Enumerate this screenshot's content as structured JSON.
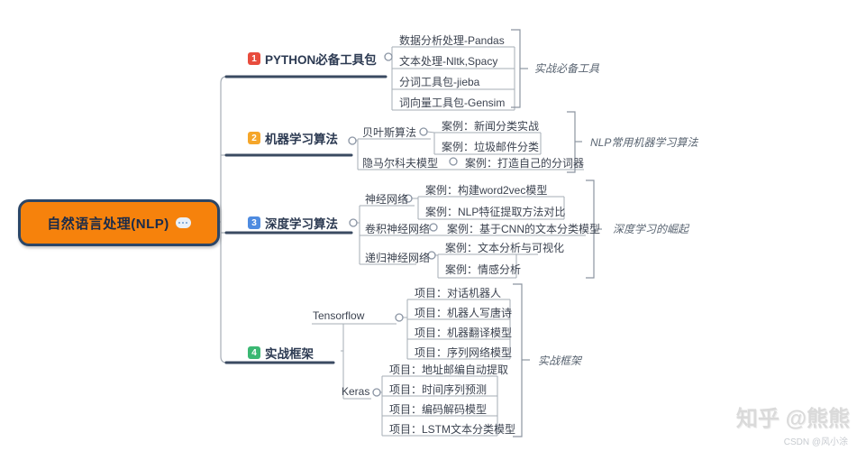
{
  "root": {
    "label": "自然语言处理(NLP)",
    "icon": "comment-dots"
  },
  "branches": [
    {
      "num": "1",
      "label": "PYTHON必备工具包",
      "badge_color": "#E84C3D",
      "items": [
        "数据分析处理-Pandas",
        "文本处理-Nltk,Spacy",
        "分词工具包-jieba",
        "词向量工具包-Gensim"
      ],
      "summary": "实战必备工具"
    },
    {
      "num": "2",
      "label": "机器学习算法",
      "badge_color": "#F5A62A",
      "subs": [
        {
          "label": "贝叶斯算法",
          "cases": [
            "案例：新闻分类实战",
            "案例：垃圾邮件分类"
          ]
        },
        {
          "label": "隐马尔科夫模型",
          "cases": [
            "案例：打造自己的分词器"
          ]
        }
      ],
      "summary": "NLP常用机器学习算法"
    },
    {
      "num": "3",
      "label": "深度学习算法",
      "badge_color": "#4E8BE0",
      "subs": [
        {
          "label": "神经网络",
          "cases": [
            "案例：构建word2vec模型",
            "案例：NLP特征提取方法对比"
          ]
        },
        {
          "label": "卷积神经网络",
          "cases": [
            "案例：基于CNN的文本分类模型"
          ]
        },
        {
          "label": "递归神经网络",
          "cases": [
            "案例：文本分析与可视化",
            "案例：情感分析"
          ]
        }
      ],
      "summary": "深度学习的崛起"
    },
    {
      "num": "4",
      "label": "实战框架",
      "badge_color": "#3BB873",
      "subs": [
        {
          "label": "Tensorflow",
          "cases": [
            "项目：对话机器人",
            "项目：机器人写唐诗",
            "项目：机器翻译模型",
            "项目：序列网络模型"
          ]
        },
        {
          "label": "Keras",
          "cases": [
            "项目：地址邮编自动提取",
            "项目：时间序列预测",
            "项目：编码解码模型",
            "项目：LSTM文本分类模型"
          ]
        }
      ],
      "summary": "实战框架"
    }
  ],
  "watermarks": {
    "zhihu": "知乎 @熊熊",
    "csdn": "CSDN @风小涂"
  },
  "colors": {
    "root_fill": "#F6820C",
    "root_border": "#2B4667",
    "branch_underline": "#3A4A61",
    "connector": "#A6ADB6",
    "bracket": "#8C95A1"
  }
}
